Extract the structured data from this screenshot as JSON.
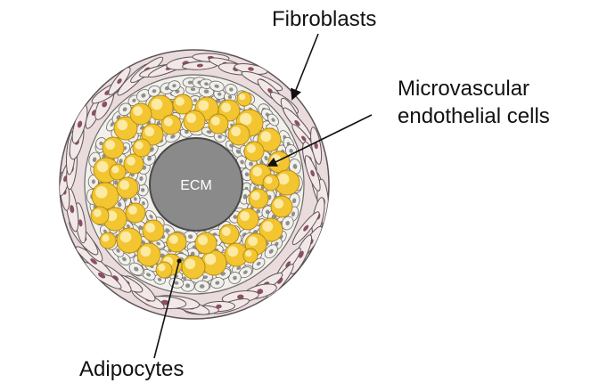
{
  "diagram": {
    "labels": {
      "fibroblasts": "Fibroblasts",
      "microvascular_line1": "Microvascular",
      "microvascular_line2": "endothelial cells",
      "adipocytes": "Adipocytes",
      "ecm": "ECM"
    },
    "colors": {
      "background": "#ffffff",
      "outer_fibroblast_fill": "#eadbdd",
      "fibroblast_stroke": "#5d5457",
      "fibroblast_nucleus": "#8b4f65",
      "endothelial_fill": "#f2f0eb",
      "endothelial_stroke": "#6c6c6c",
      "endothelial_nucleus": "#8f8f8f",
      "adipocyte_fill": "#f2c531",
      "adipocyte_highlight": "#fff6c8",
      "adipocyte_stroke": "#b38a12",
      "ecm_fill": "#8a8a8a",
      "ecm_stroke": "#4a4a4a",
      "leader_line": "#111111"
    }
  }
}
